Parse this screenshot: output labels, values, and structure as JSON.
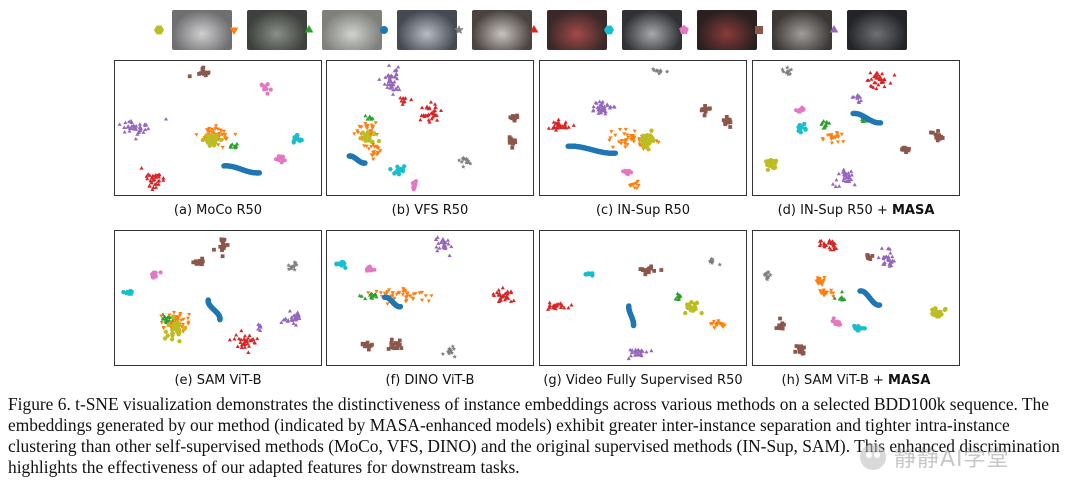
{
  "legend": [
    {
      "marker": "hexagon",
      "color": "#bcbd22"
    },
    {
      "marker": "triangle-down",
      "color": "#ff7f0e"
    },
    {
      "marker": "triangle-up",
      "color": "#2ca02c"
    },
    {
      "marker": "circle",
      "color": "#1f77b4"
    },
    {
      "marker": "star",
      "color": "#7f7f7f"
    },
    {
      "marker": "triangle-up",
      "color": "#d62728"
    },
    {
      "marker": "hexagon",
      "color": "#17becf"
    },
    {
      "marker": "pentagon",
      "color": "#e377c2"
    },
    {
      "marker": "square",
      "color": "#8c564b"
    },
    {
      "marker": "triangle-up",
      "color": "#9467bd"
    }
  ],
  "panels": [
    {
      "caption": "(a) MoCo R50",
      "caption_bold": ""
    },
    {
      "caption": "(b) VFS R50",
      "caption_bold": ""
    },
    {
      "caption": "(c) IN-Sup R50",
      "caption_bold": ""
    },
    {
      "caption": "(d) IN-Sup R50 + ",
      "caption_bold": "MASA"
    },
    {
      "caption": "(e) SAM ViT-B",
      "caption_bold": ""
    },
    {
      "caption": "(f) DINO ViT-B",
      "caption_bold": ""
    },
    {
      "caption": "(g) Video Fully Supervised R50",
      "caption_bold": ""
    },
    {
      "caption": "(h) SAM ViT-B + ",
      "caption_bold": "MASA"
    }
  ],
  "figure_caption": "Figure 6. t-SNE visualization demonstrates the distinctiveness of instance embeddings across various methods on a selected BDD100k sequence. The embeddings generated by our method (indicated by MASA-enhanced models) exhibit greater inter-instance separation and tighter intra-instance clustering than other self-supervised methods (MoCo, VFS, DINO) and the original supervised methods (IN-Sup, SAM). This enhanced discrimination highlights the effectiveness of our adapted features for downstream tasks.",
  "watermark": "静静AI学堂"
}
